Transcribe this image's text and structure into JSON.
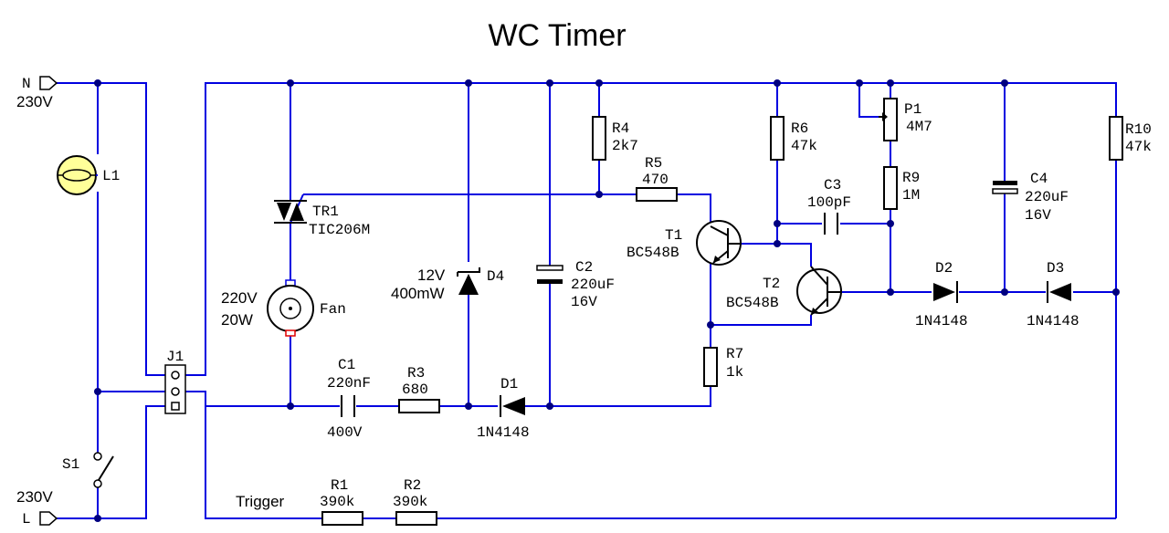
{
  "title": "WC Timer",
  "terminals": {
    "n": "N",
    "l": "L",
    "n_voltage": "230V",
    "l_voltage": "230V",
    "trigger": "Trigger"
  },
  "components": {
    "L1": {
      "ref": "L1"
    },
    "S1": {
      "ref": "S1"
    },
    "J1": {
      "ref": "J1"
    },
    "TR1": {
      "ref": "TR1",
      "value": "TIC206M"
    },
    "Fan": {
      "ref": "Fan",
      "voltage": "220V",
      "power": "20W"
    },
    "C1": {
      "ref": "C1",
      "value": "220nF",
      "rating": "400V"
    },
    "R3": {
      "ref": "R3",
      "value": "680"
    },
    "D1": {
      "ref": "D1",
      "value": "1N4148"
    },
    "D4": {
      "ref": "D4",
      "voltage": "12V",
      "power": "400mW"
    },
    "C2": {
      "ref": "C2",
      "value": "220uF",
      "rating": "16V"
    },
    "R4": {
      "ref": "R4",
      "value": "2k7"
    },
    "R5": {
      "ref": "R5",
      "value": "470"
    },
    "T1": {
      "ref": "T1",
      "value": "BC548B"
    },
    "R7": {
      "ref": "R7",
      "value": "1k"
    },
    "R6": {
      "ref": "R6",
      "value": "47k"
    },
    "T2": {
      "ref": "T2",
      "value": "BC548B"
    },
    "C3": {
      "ref": "C3",
      "value": "100pF"
    },
    "P1": {
      "ref": "P1",
      "value": "4M7"
    },
    "R9": {
      "ref": "R9",
      "value": "1M"
    },
    "D2": {
      "ref": "D2",
      "value": "1N4148"
    },
    "C4": {
      "ref": "C4",
      "value": "220uF",
      "rating": "16V"
    },
    "D3": {
      "ref": "D3",
      "value": "1N4148"
    },
    "R10": {
      "ref": "R10",
      "value": "47k"
    },
    "R1": {
      "ref": "R1",
      "value": "390k"
    },
    "R2": {
      "ref": "R2",
      "value": "390k"
    }
  },
  "colors": {
    "wire": "#0000e0",
    "node": "#000080",
    "lamp_fill": "#ffff99",
    "fan_pin_top": "#0000e0",
    "fan_pin_bottom": "#e00000"
  }
}
